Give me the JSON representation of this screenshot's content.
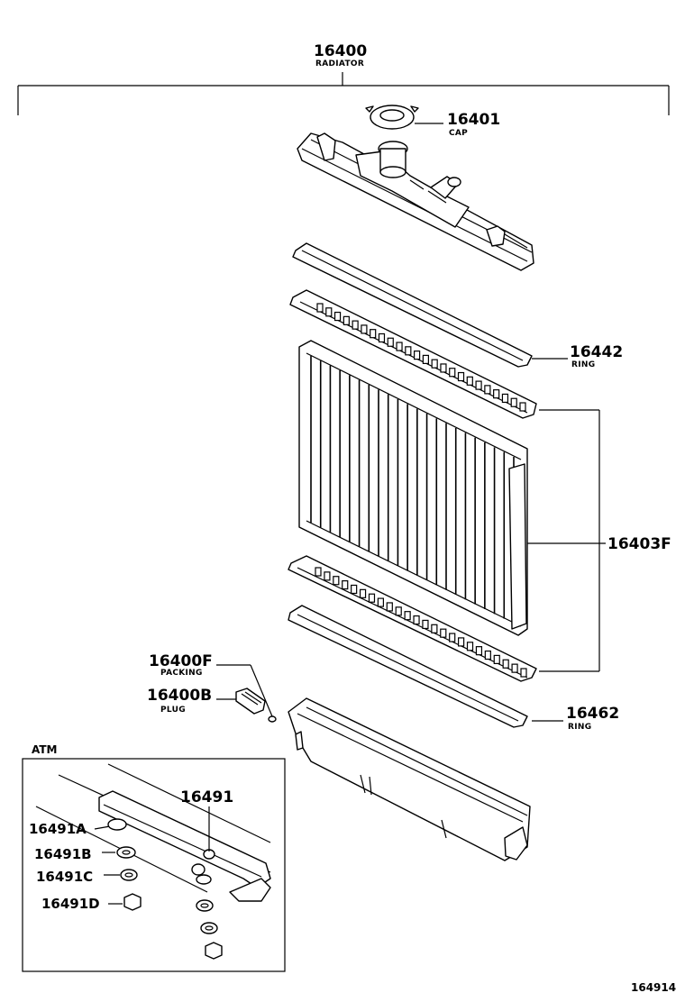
{
  "diagram": {
    "reference_number": "164914",
    "atm_box_label": "ATM",
    "parts": {
      "radiator": {
        "number": "16400",
        "name": "RADIATOR"
      },
      "cap": {
        "number": "16401",
        "name": "CAP"
      },
      "ring_upper": {
        "number": "16442",
        "name": "RING"
      },
      "core": {
        "number": "16403F",
        "name": ""
      },
      "ring_lower": {
        "number": "16462",
        "name": "RING"
      },
      "packing": {
        "number": "16400F",
        "name": "PACKING"
      },
      "plug": {
        "number": "16400B",
        "name": "PLUG"
      },
      "atm_main": {
        "number": "16491",
        "name": ""
      },
      "atm_a": {
        "number": "16491A",
        "name": ""
      },
      "atm_b": {
        "number": "16491B",
        "name": ""
      },
      "atm_c": {
        "number": "16491C",
        "name": ""
      },
      "atm_d": {
        "number": "16491D",
        "name": ""
      }
    }
  }
}
